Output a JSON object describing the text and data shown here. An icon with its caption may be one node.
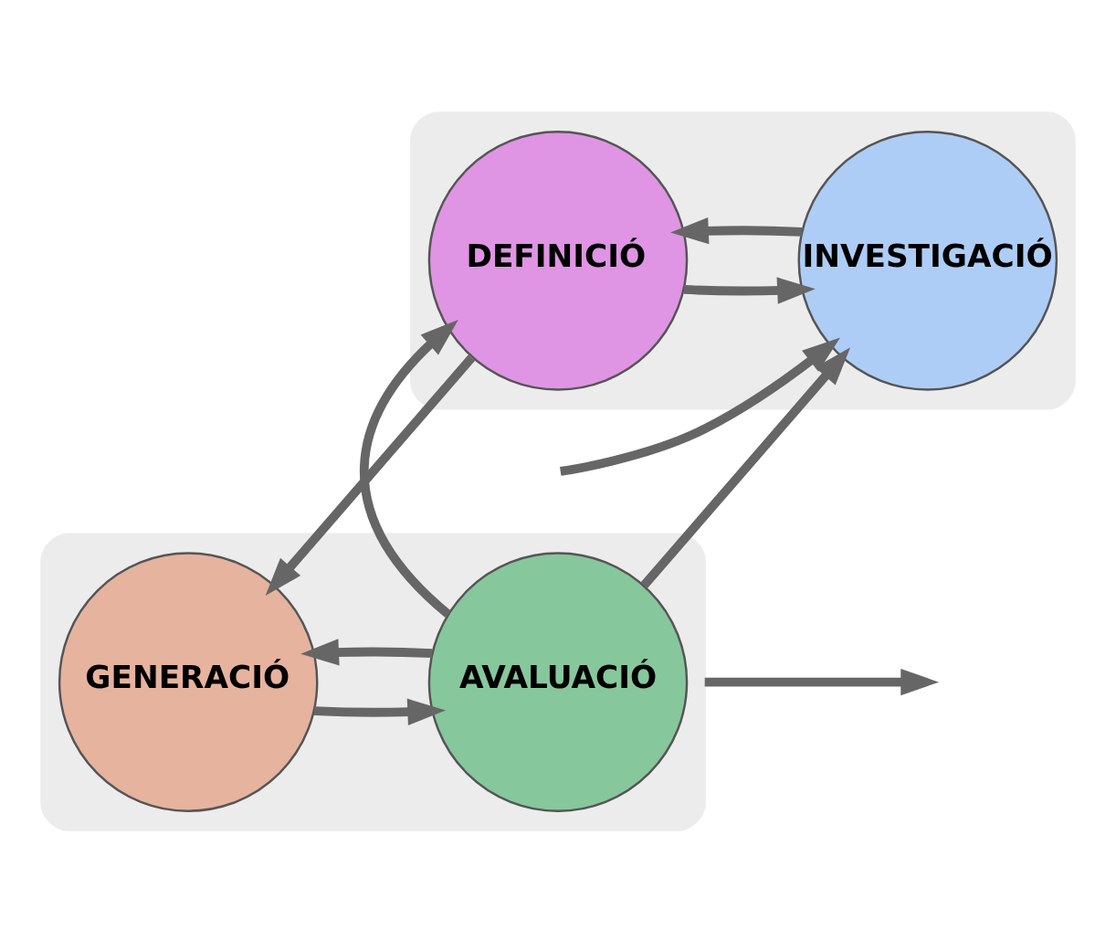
{
  "diagram": {
    "nodes": [
      {
        "text": [],
        "shape": "ellipse"
      },
      {
        "text": [
          "DEFINICIÓ"
        ],
        "in": 0
      },
      {
        "text": [
          "INVESTIGACIÓ"
        ],
        "in": 0
      },
      {
        "text": [],
        "shape": "ellipse"
      },
      {
        "text": [
          "GENERACIÓ"
        ],
        "in": 3
      },
      {
        "text": [
          "AVALUACIÓ"
        ],
        "in": 3
      }
    ],
    "edges": [
      {
        "from": null,
        "to": 2,
        "arrow": "to"
      },
      {
        "from": 2,
        "to": 1,
        "arrow": "to"
      },
      {
        "from": 1,
        "to": 2,
        "arrow": "to"
      },
      {
        "from": 1,
        "to": 4,
        "arrow": "to"
      },
      {
        "from": 4,
        "to": 5,
        "arrow": "to"
      },
      {
        "from": 5,
        "to": 4,
        "arrow": "to"
      },
      {
        "from": 5,
        "to": 1,
        "arrow": "to"
      },
      {
        "from": 5,
        "to": 2,
        "arrow": "to"
      },
      {
        "from": 3,
        "to": null,
        "arrow": "to"
      }
    ]
  }
}
